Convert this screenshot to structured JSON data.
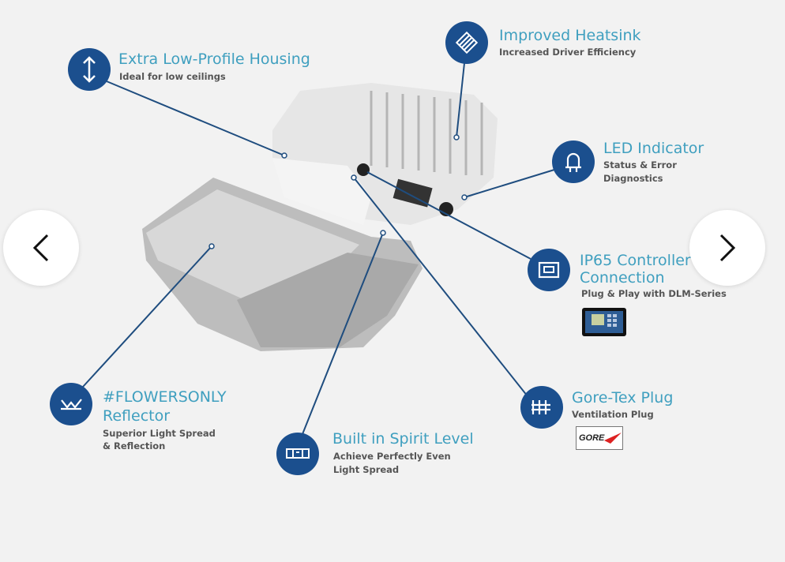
{
  "callouts": {
    "housing": {
      "title": "Extra Low-Profile Housing",
      "subtitle": "Ideal for low ceilings",
      "icon": "arrows-vertical-icon"
    },
    "heatsink": {
      "title": "Improved Heatsink",
      "subtitle": "Increased Driver Efficiency",
      "icon": "heatsink-icon"
    },
    "led": {
      "title": "LED Indicator",
      "subtitle_1": "Status & Error",
      "subtitle_2": "Diagnostics",
      "icon": "bulb-icon"
    },
    "ip65": {
      "title_1": "IP65 Controller",
      "title_2": "Connection",
      "subtitle": "Plug & Play with DLM-Series",
      "icon": "controller-icon"
    },
    "gore": {
      "title": "Gore-Tex Plug",
      "subtitle": "Ventilation Plug",
      "logo": "GORE",
      "icon": "vent-icon"
    },
    "spirit": {
      "title": "Built in Spirit Level",
      "subtitle_1": "Achieve Perfectly Even",
      "subtitle_2": "Light Spread",
      "icon": "level-icon"
    },
    "reflector": {
      "title_1": "#FLOWERSONLY",
      "title_2": "Reflector",
      "subtitle_1": "Superior Light Spread",
      "subtitle_2": "& Reflection",
      "icon": "reflector-icon"
    }
  },
  "colors": {
    "icon_bg": "#1b4f8e",
    "title": "#3f9fbf",
    "background": "#f2f2f2"
  }
}
